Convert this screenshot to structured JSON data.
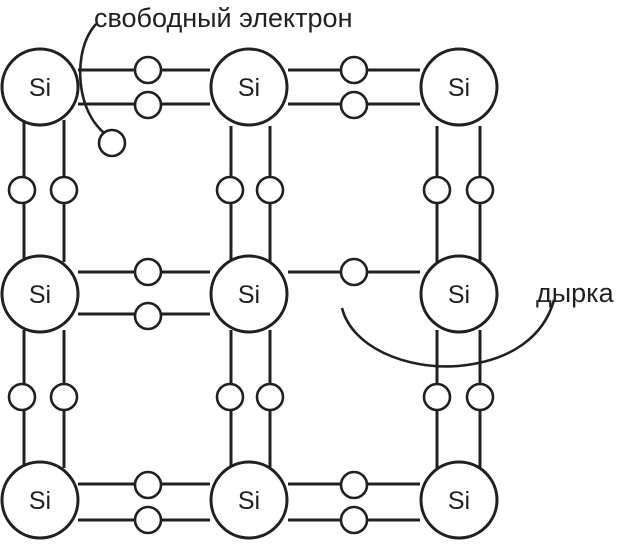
{
  "labels": {
    "free_electron": "свободный электрон",
    "hole": "дырка"
  },
  "atoms": [
    {
      "symbol": "Si"
    },
    {
      "symbol": "Si"
    },
    {
      "symbol": "Si"
    },
    {
      "symbol": "Si"
    },
    {
      "symbol": "Si"
    },
    {
      "symbol": "Si"
    },
    {
      "symbol": "Si"
    },
    {
      "symbol": "Si"
    },
    {
      "symbol": "Si"
    }
  ],
  "colors": {
    "stroke": "#231f20",
    "fill": "#ffffff"
  }
}
